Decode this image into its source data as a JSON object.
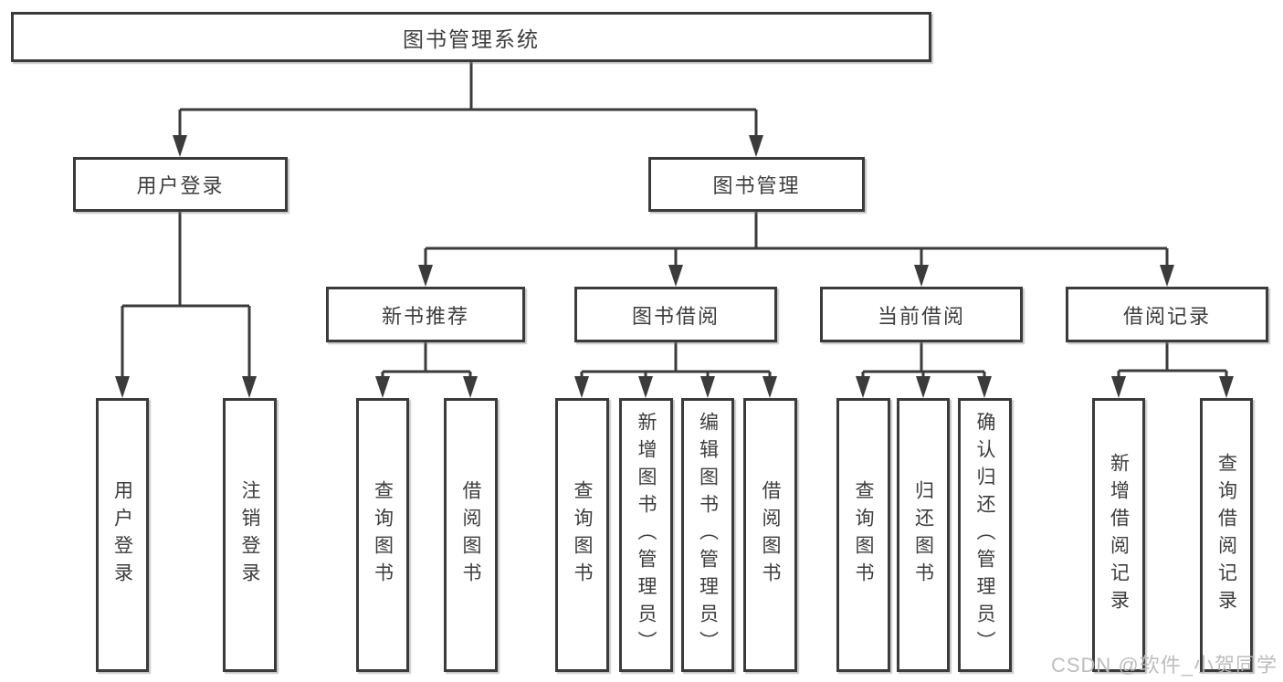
{
  "diagram": {
    "type": "hierarchy-tree",
    "colors": {
      "line": "#3b3b3b",
      "box_border": "#3b3b3b",
      "box_background": "#ffffff",
      "text": "#3d3d3d",
      "watermark": "#b9b9b9",
      "background": "#ffffff"
    },
    "root": {
      "label": "图书管理系统"
    },
    "level2": [
      {
        "label": "用户登录"
      },
      {
        "label": "图书管理"
      }
    ],
    "level3": [
      {
        "label": "新书推荐"
      },
      {
        "label": "图书借阅"
      },
      {
        "label": "当前借阅"
      },
      {
        "label": "借阅记录"
      }
    ],
    "leaves": {
      "user_login": [
        {
          "label": "用户登录"
        },
        {
          "label": "注销登录"
        }
      ],
      "new_book": [
        {
          "label": "查询图书"
        },
        {
          "label": "借阅图书"
        }
      ],
      "book_borrow": [
        {
          "label": "查询图书"
        },
        {
          "label": "新增图书（管理员）"
        },
        {
          "label": "编辑图书（管理员）"
        },
        {
          "label": "借阅图书"
        }
      ],
      "current_borrow": [
        {
          "label": "查询图书"
        },
        {
          "label": "归还图书"
        },
        {
          "label": "确认归还（管理员）"
        }
      ],
      "borrow_record": [
        {
          "label": "新增借阅记录"
        },
        {
          "label": "查询借阅记录"
        }
      ]
    },
    "watermark": "CSDN @软件_小贺同学"
  }
}
